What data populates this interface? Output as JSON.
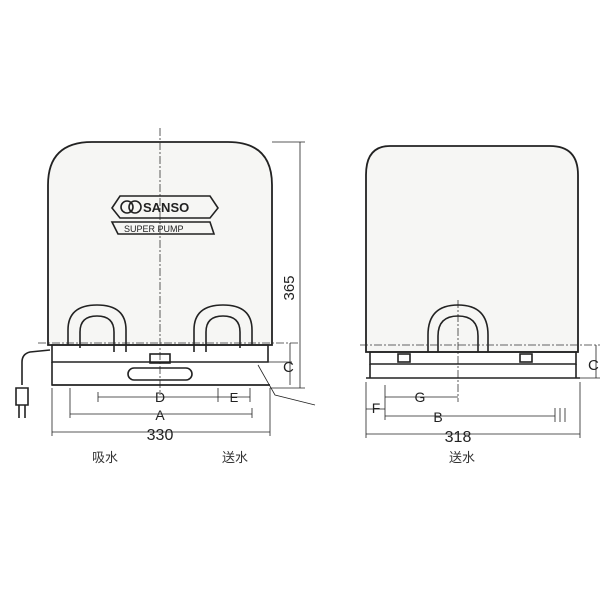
{
  "front_view": {
    "logo": {
      "brand": "SANSO",
      "model": "SUPER PUMP"
    },
    "dimensions": {
      "height": "365",
      "width": "330",
      "d": "D",
      "a": "A",
      "e": "E",
      "c": "C"
    },
    "ports": {
      "suction": "吸水",
      "discharge": "送水"
    }
  },
  "side_view": {
    "dimensions": {
      "width": "318",
      "f": "F",
      "g": "G",
      "b": "B",
      "c": "C"
    },
    "ports": {
      "discharge": "送水"
    }
  },
  "colors": {
    "line": "#222222",
    "body_fill": "#f6f6f4"
  }
}
